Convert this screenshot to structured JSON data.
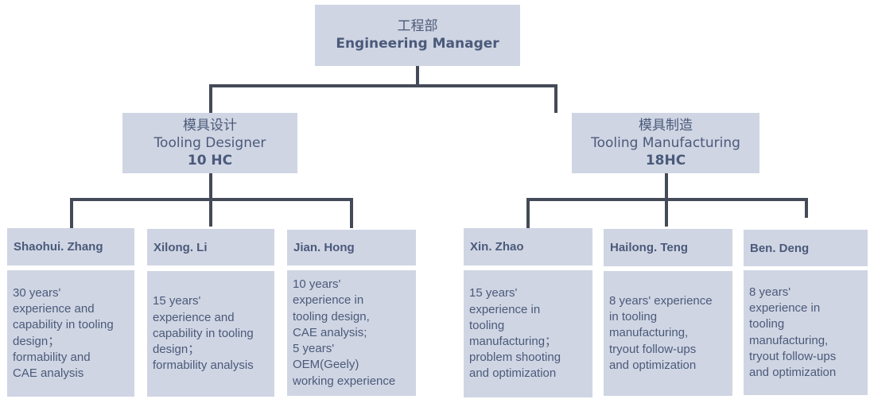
{
  "root": {
    "title_cn": "工程部",
    "title_en": "Engineering Manager"
  },
  "departments": [
    {
      "title_cn": "模具设计",
      "title_en": "Tooling Designer",
      "headcount": "10 HC",
      "members": [
        {
          "name": "Shaohui. Zhang",
          "description": "30 years'\nexperience and\ncapability in tooling\ndesign；\nformability and\nCAE analysis"
        },
        {
          "name": "Xilong. Li",
          "description": "15 years'\nexperience and\ncapability in tooling\ndesign；\nformability analysis"
        },
        {
          "name": "Jian. Hong",
          "description": "10 years'\nexperience in\ntooling design,\nCAE analysis;\n5 years'\nOEM(Geely)\nworking experience"
        }
      ]
    },
    {
      "title_cn": "模具制造",
      "title_en": "Tooling Manufacturing",
      "headcount": "18HC",
      "members": [
        {
          "name": "Xin. Zhao",
          "description": "15 years'\nexperience in\ntooling\nmanufacturing；\nproblem shooting\nand optimization"
        },
        {
          "name": "Hailong. Teng",
          "description": "8 years' experience\nin tooling\nmanufacturing,\ntryout follow-ups\nand  optimization"
        },
        {
          "name": "Ben. Deng",
          "description": "8 years'\nexperience in\ntooling\nmanufacturing,\ntryout follow-ups\nand  optimization"
        }
      ]
    }
  ],
  "colors": {
    "box_fill": "#cfd5e3",
    "text": "#4b5a7a",
    "connector": "#454a58"
  }
}
